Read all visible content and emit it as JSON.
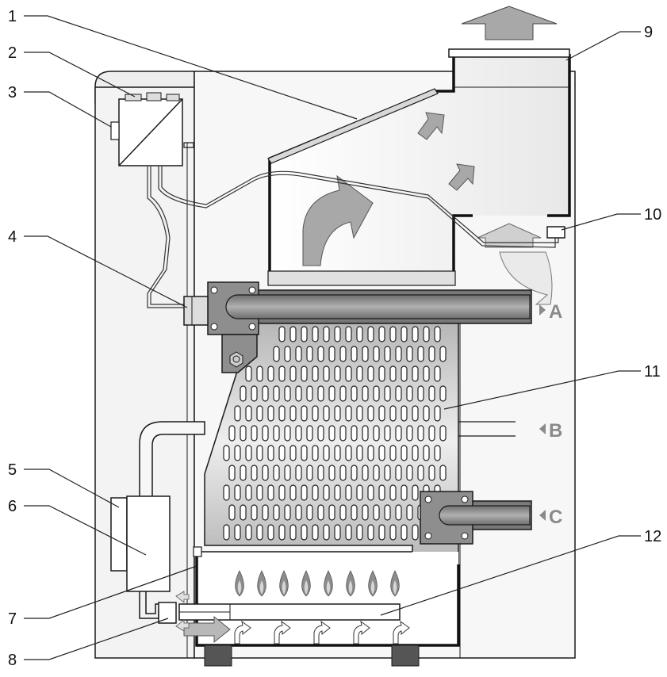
{
  "callouts": [
    "1",
    "2",
    "3",
    "4",
    "5",
    "6",
    "7",
    "8",
    "9",
    "10",
    "11",
    "12"
  ],
  "ports": [
    "A",
    "B",
    "C"
  ],
  "colors": {
    "outline": "#1a1a1a",
    "housing": "#f2f2f2",
    "heat_exchanger": "#c9c9c9",
    "pipe": "#8e8e8e",
    "arrow_gas": "#a8a8a8",
    "arrow_air": "#e6e6e6",
    "flame": "#8c8c8c",
    "port_label": "#8a8a8a"
  }
}
